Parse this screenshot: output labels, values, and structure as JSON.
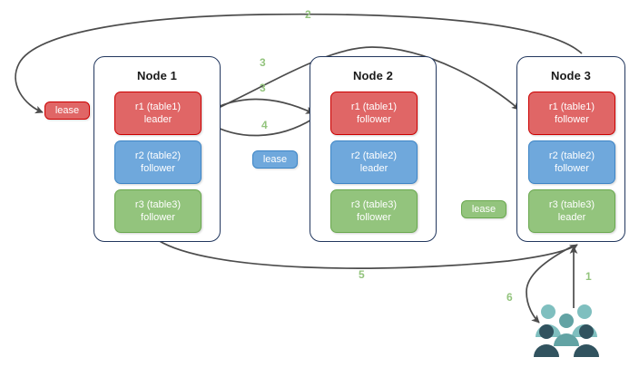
{
  "diagram": {
    "title": "Raft multi-node lease / replica routing diagram",
    "background": "#ffffff",
    "colors": {
      "replica_red": "#e06666",
      "replica_red_border": "#cc0000",
      "replica_blue": "#6fa8dc",
      "replica_blue_border": "#3d85c6",
      "replica_green": "#93c47d",
      "replica_green_border": "#6aa84f",
      "node_border": "#22375e",
      "arrow": "#4c4c4c",
      "step_label": "#93c47d",
      "users_light": "#7fbfbf",
      "users_mid": "#4f8a8b",
      "users_dark": "#31535f"
    }
  },
  "nodes": [
    {
      "title": "Node 1",
      "replicas": [
        {
          "name": "r1 (table1)",
          "role": "leader",
          "color": "red"
        },
        {
          "name": "r2 (table2)",
          "role": "follower",
          "color": "blue"
        },
        {
          "name": "r3 (table3)",
          "role": "follower",
          "color": "green"
        }
      ]
    },
    {
      "title": "Node 2",
      "replicas": [
        {
          "name": "r1 (table1)",
          "role": "follower",
          "color": "red"
        },
        {
          "name": "r2 (table2)",
          "role": "leader",
          "color": "blue"
        },
        {
          "name": "r3 (table3)",
          "role": "follower",
          "color": "green"
        }
      ]
    },
    {
      "title": "Node 3",
      "replicas": [
        {
          "name": "r1 (table1)",
          "role": "follower",
          "color": "red"
        },
        {
          "name": "r2 (table2)",
          "role": "follower",
          "color": "blue"
        },
        {
          "name": "r3 (table3)",
          "role": "leader",
          "color": "green"
        }
      ]
    }
  ],
  "leases": [
    {
      "label": "lease",
      "color": "red",
      "note": "lease for r1 (table1), left of Node 1"
    },
    {
      "label": "lease",
      "color": "blue",
      "note": "lease for r2 (table2), between Node 1 and Node 2"
    },
    {
      "label": "lease",
      "color": "green",
      "note": "lease for r3 (table3), between Node 2 and Node 3"
    }
  ],
  "steps": [
    {
      "id": "1",
      "label": "1",
      "from": "clients",
      "to": "Node 3"
    },
    {
      "id": "2",
      "label": "2",
      "from": "Node 3",
      "to": "lease (red)"
    },
    {
      "id": "3a",
      "label": "3",
      "from": "Node 1 r1",
      "to": "Node 3 r1"
    },
    {
      "id": "3b",
      "label": "3",
      "from": "Node 1 r1",
      "to": "Node 2 r1"
    },
    {
      "id": "4",
      "label": "4",
      "from": "Node 2 r1",
      "to": "Node 1 r1"
    },
    {
      "id": "5",
      "label": "5",
      "from": "Node 1",
      "to": "Node 3"
    },
    {
      "id": "6",
      "label": "6",
      "from": "Node 3",
      "to": "clients"
    }
  ],
  "clients": {
    "icon": "users-icon",
    "count": 5
  }
}
